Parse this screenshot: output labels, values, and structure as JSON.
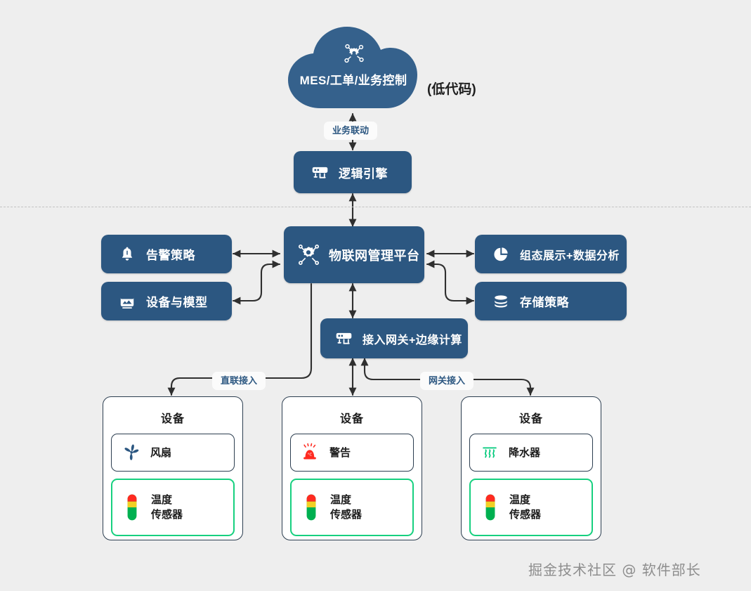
{
  "diagram": {
    "title_note": "(低代码)",
    "colors": {
      "box_blue": "#2c5781",
      "cloud_blue": "#35618c",
      "accent_green": "#16d07f",
      "background": "#eeeeee",
      "edge": "#2f2f2f",
      "card_border": "#2c3e50"
    },
    "cloud": {
      "label": "MES/工单/业务控制",
      "icon": "iot-gear-icon"
    },
    "edge_labels": {
      "business_link": "业务联动",
      "direct_access": "直联接入",
      "gateway_access": "网关接入"
    },
    "nodes": {
      "logic_engine": {
        "label": "逻辑引擎",
        "icon": "gateway-icon"
      },
      "platform": {
        "label": "物联网管理平台",
        "icon": "iot-gear-icon"
      },
      "alarm_policy": {
        "label": "告警策略",
        "icon": "bell-icon"
      },
      "device_model": {
        "label": "设备与模型",
        "icon": "device-model-icon"
      },
      "visualization": {
        "label": "组态展示+数据分析",
        "icon": "pie-chart-icon"
      },
      "storage_policy": {
        "label": "存储策略",
        "icon": "database-icon"
      },
      "gateway_edge": {
        "label": "接入网关+边缘计算",
        "icon": "gateway-icon"
      }
    },
    "device_cards": [
      {
        "title": "设备",
        "primary": {
          "label": "风扇",
          "icon": "fan-icon"
        },
        "sensor": {
          "label_line1": "温度",
          "label_line2": "传感器",
          "icon": "temperature-sensor-icon"
        }
      },
      {
        "title": "设备",
        "primary": {
          "label": "警告",
          "icon": "alarm-siren-icon"
        },
        "sensor": {
          "label_line1": "温度",
          "label_line2": "传感器",
          "icon": "temperature-sensor-icon"
        }
      },
      {
        "title": "设备",
        "primary": {
          "label": "降水器",
          "icon": "sprinkler-icon"
        },
        "sensor": {
          "label_line1": "温度",
          "label_line2": "传感器",
          "icon": "temperature-sensor-icon"
        }
      }
    ],
    "watermark": "掘金技术社区 @ 软件部长"
  }
}
